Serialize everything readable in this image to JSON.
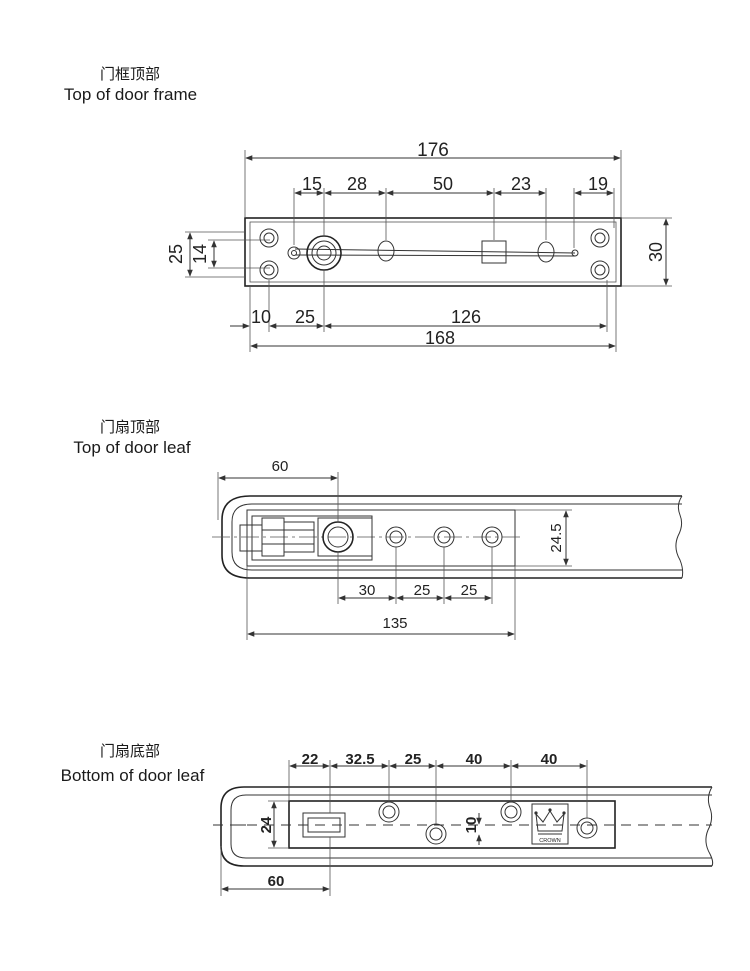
{
  "sections": {
    "frame": {
      "title_zh": "门框顶部",
      "title_en": "Top of door frame"
    },
    "leaf_top": {
      "title_zh": "门扇顶部",
      "title_en": "Top of door leaf"
    },
    "leaf_bottom": {
      "title_zh": "门扇底部",
      "title_en": "Bottom of door leaf"
    }
  },
  "frame_dims": {
    "overall": "176",
    "d15": "15",
    "d28": "28",
    "d50": "50",
    "d23": "23",
    "d19": "19",
    "h25": "25",
    "h14": "14",
    "h30": "30",
    "d10": "10",
    "d25": "25",
    "d126": "126",
    "d168": "168"
  },
  "leaf_top_dims": {
    "d60": "60",
    "h24_5": "24.5",
    "d30": "30",
    "d25a": "25",
    "d25b": "25",
    "d135": "135"
  },
  "leaf_bottom_dims": {
    "d22": "22",
    "d32_5": "32.5",
    "d25": "25",
    "d40a": "40",
    "d40b": "40",
    "h24": "24",
    "h10": "10",
    "d60": "60",
    "logo_text": "CROWN"
  }
}
